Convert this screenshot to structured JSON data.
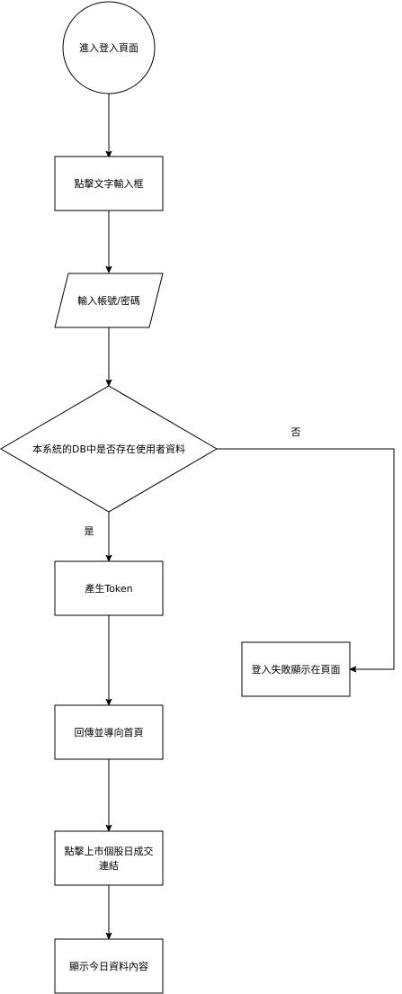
{
  "diagram": {
    "nodes": {
      "start": {
        "shape": "circle",
        "lines": [
          "進入登入頁面"
        ]
      },
      "click_input": {
        "shape": "process",
        "lines": [
          "點擊文字輸入框"
        ]
      },
      "enter_credentials": {
        "shape": "io",
        "lines": [
          "輸入帳號/密碼"
        ]
      },
      "check_db": {
        "shape": "decision",
        "lines": [
          "本系統的DB中是否存在使用者資料"
        ]
      },
      "gen_token": {
        "shape": "process",
        "lines": [
          "產生Token"
        ]
      },
      "login_failed": {
        "shape": "process",
        "lines": [
          "登入失敗顯示在頁面"
        ]
      },
      "return_home": {
        "shape": "process",
        "lines": [
          "回傳並導向首頁"
        ]
      },
      "click_link": {
        "shape": "process",
        "lines": [
          "點擊上市個股日成交",
          "連結"
        ]
      },
      "show_data": {
        "shape": "process",
        "lines": [
          "顯示今日資料內容"
        ]
      }
    },
    "edges": [
      {
        "from": "start",
        "to": "click_input",
        "label": ""
      },
      {
        "from": "click_input",
        "to": "enter_credentials",
        "label": ""
      },
      {
        "from": "enter_credentials",
        "to": "check_db",
        "label": ""
      },
      {
        "from": "check_db",
        "to": "gen_token",
        "label": "是"
      },
      {
        "from": "check_db",
        "to": "login_failed",
        "label": "否"
      },
      {
        "from": "gen_token",
        "to": "return_home",
        "label": ""
      },
      {
        "from": "return_home",
        "to": "click_link",
        "label": ""
      },
      {
        "from": "click_link",
        "to": "show_data",
        "label": ""
      }
    ]
  },
  "colors": {
    "stroke": "#000000",
    "fill": "#ffffff",
    "text": "#000000"
  }
}
